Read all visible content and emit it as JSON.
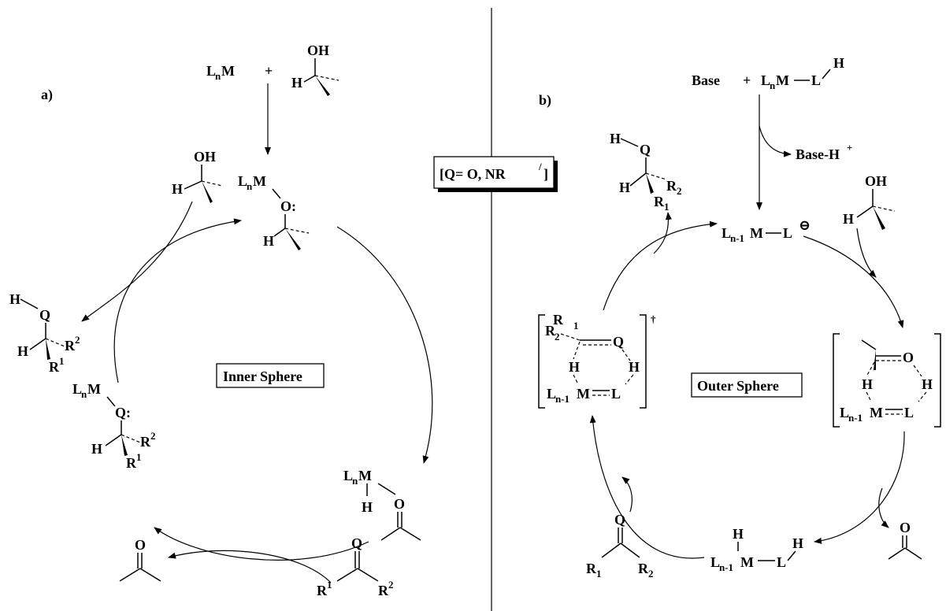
{
  "panels": {
    "a": {
      "label": "a)",
      "cycle_name": "Inner Sphere"
    },
    "b": {
      "label": "b)",
      "cycle_name": "Outer Sphere"
    }
  },
  "legend_box": {
    "Q": "[Q= O, NR",
    "prime": "/",
    "close": "]"
  },
  "species": {
    "metal": "L",
    "sub_n": "n",
    "sub_n1": "n-1",
    "M": "M",
    "plus": "+",
    "OH": "OH",
    "O": "O",
    "H": "H",
    "Q": "Q",
    "colon_O": "O:",
    "colon_Q": "Q:",
    "R": "R",
    "sup1": "1",
    "sup2": "2",
    "R1": "R",
    "R2": "R",
    "Base": "Base",
    "Base_H": "Base-H",
    "plus_sup": "+",
    "L": "L",
    "dagger": "†",
    "minus": "⊖"
  }
}
